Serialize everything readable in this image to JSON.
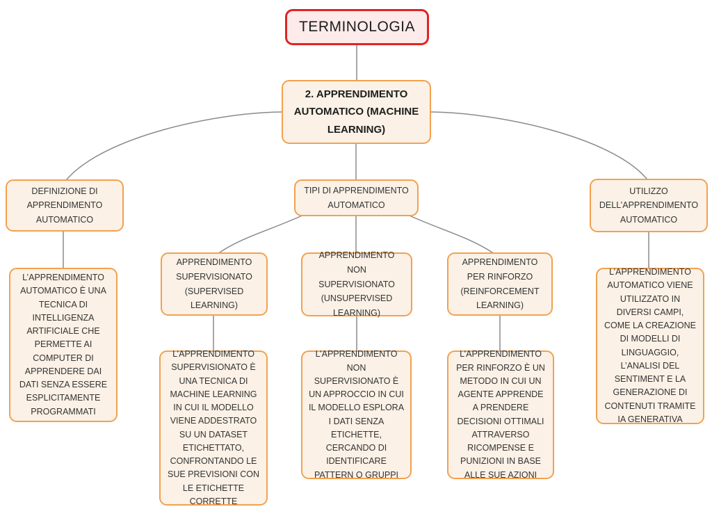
{
  "diagram": {
    "root": "TERMINOLOGIA",
    "main": "2. APPRENDIMENTO AUTOMATICO (MACHINE LEARNING)",
    "branches": [
      {
        "title": "DEFINIZIONE DI APPRENDIMENTO AUTOMATICO",
        "detail": "L’APPRENDIMENTO AUTOMATICO È UNA TECNICA DI INTELLIGENZA ARTIFICIALE CHE PERMETTE AI COMPUTER DI APPRENDERE DAI DATI SENZA ESSERE ESPLICITAMENTE PROGRAMMATI"
      },
      {
        "title": "TIPI DI APPRENDIMENTO AUTOMATICO",
        "children": [
          {
            "title": "APPRENDIMENTO SUPERVISIONATO (SUPERVISED LEARNING)",
            "detail": "L’APPRENDIMENTO SUPERVISIONATO È UNA TECNICA DI MACHINE LEARNING IN CUI IL MODELLO VIENE ADDESTRATO SU UN DATASET ETICHETTATO, CONFRONTANDO LE SUE PREVISIONI CON LE ETICHETTE CORRETTE"
          },
          {
            "title": "APPRENDIMENTO NON SUPERVISIONATO (UNSUPERVISED LEARNING)",
            "detail": "L’APPRENDIMENTO NON SUPERVISIONATO È UN APPROCCIO IN CUI IL MODELLO ESPLORA I DATI SENZA ETICHETTE, CERCANDO DI IDENTIFICARE PATTERN O GRUPPI"
          },
          {
            "title": "APPRENDIMENTO PER RINFORZO (REINFORCEMENT LEARNING)",
            "detail": "L’APPRENDIMENTO PER RINFORZO È UN METODO IN CUI UN AGENTE APPRENDE A PRENDERE DECISIONI OTTIMALI ATTRAVERSO RICOMPENSE E PUNIZIONI IN BASE ALLE SUE AZIONI"
          }
        ]
      },
      {
        "title": "UTILIZZO DELL’APPRENDIMENTO AUTOMATICO",
        "detail": "L’APPRENDIMENTO AUTOMATICO VIENE UTILIZZATO IN DIVERSI CAMPI, COME LA CREAZIONE DI MODELLI DI LINGUAGGIO, L’ANALISI DEL SENTIMENT E LA GENERAZIONE DI CONTENUTI TRAMITE IA GENERATIVA"
      }
    ]
  },
  "colors": {
    "root_border": "#e02424",
    "root_fill": "#fcebea",
    "node_border": "#f2a14f",
    "node_fill": "#fbf1e6",
    "connector": "#8a8a8a",
    "text": "#333333"
  }
}
